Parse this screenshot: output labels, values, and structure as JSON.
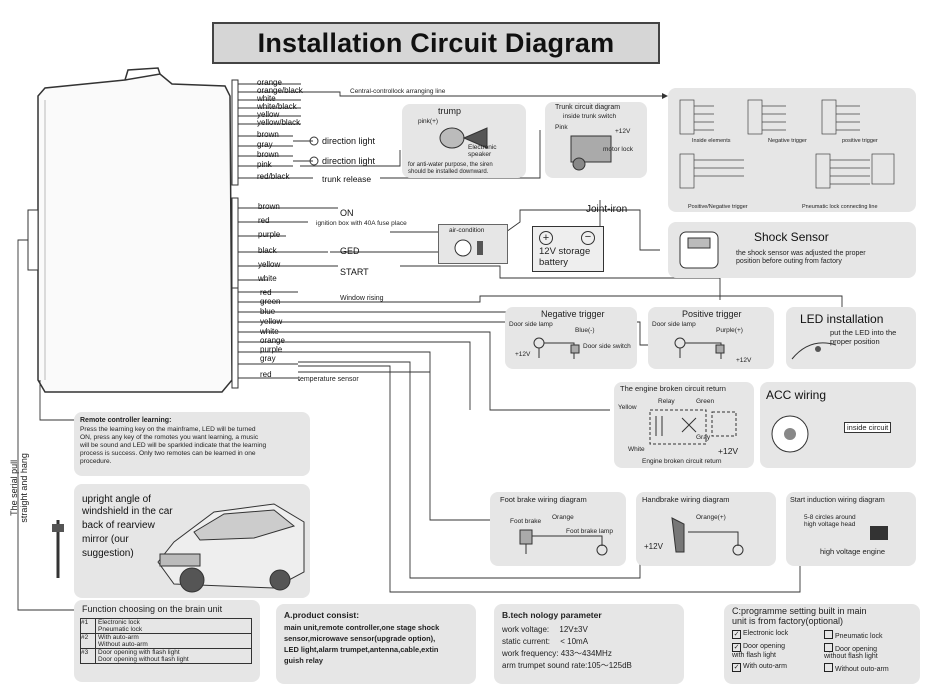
{
  "title": "Installation Circuit Diagram",
  "wires_top": [
    {
      "label": "orange"
    },
    {
      "label": "orange/black"
    },
    {
      "label": "white"
    },
    {
      "label": "white/black"
    },
    {
      "label": "yellow"
    },
    {
      "label": "yellow/black"
    },
    {
      "label": "brown"
    },
    {
      "label": "gray"
    },
    {
      "label": "brown"
    },
    {
      "label": "pink"
    },
    {
      "label": "red/black"
    }
  ],
  "central_lock_label": "Central-controllock arranging line",
  "direction_light_1": "direction light",
  "direction_light_2": "direction light",
  "trunk_release": "trunk release",
  "trump": {
    "title": "trump",
    "pink": "pink(+)",
    "speaker": "Electronic\nspeaker",
    "note": "for anti-water purpose, the siren\nshould be installed downward."
  },
  "trunk_circuit": {
    "title": "Trunk circuit diagram",
    "sub": "inside trunk switch",
    "pink": "Pink",
    "v": "+12V",
    "motor": "motor lock"
  },
  "lock_panel": {
    "label1": "Inside elements",
    "label2": "Negative trigger",
    "label3": "positive trigger",
    "label4": "Positive/Negative trigger",
    "label5": "Pneumatic lock connecting line"
  },
  "wires_mid": [
    {
      "label": "brown"
    },
    {
      "label": "red"
    },
    {
      "label": "purple"
    },
    {
      "label": "black"
    },
    {
      "label": "yellow"
    },
    {
      "label": "white"
    }
  ],
  "on_label": "ON",
  "ignition_box": "ignition box with 40A fuse place",
  "air_condition": "air-condition",
  "ged_label": "GED",
  "start_label": "START",
  "joint_iron": "Joint-iron",
  "battery": {
    "line1": "12V storage",
    "line2": "battery"
  },
  "shock_sensor": {
    "title": "Shock Sensor",
    "note": "the shock sensor was adjusted the proper\nposition before outing from factory"
  },
  "wires_low": [
    {
      "label": "red"
    },
    {
      "label": "green"
    },
    {
      "label": "blue"
    },
    {
      "label": "yellow"
    },
    {
      "label": "white"
    },
    {
      "label": "orange"
    },
    {
      "label": "purple"
    },
    {
      "label": "gray"
    },
    {
      "label": "red"
    }
  ],
  "window_rising": "Window rising",
  "temp_sensor": "temperature sensor",
  "negative_trigger": {
    "title": "Negative trigger",
    "lamp": "Door side lamp",
    "wire": "Blue(-)",
    "switch": "Door side switch",
    "v": "+12V"
  },
  "positive_trigger": {
    "title": "Positive trigger",
    "lamp": "Door side lamp",
    "wire": "Purple(+)",
    "v": "+12V"
  },
  "led_installation": {
    "title": "LED installation",
    "note": "put the LED into the\nproper position"
  },
  "engine_broken": {
    "title": "The engine broken circuit return",
    "yellow": "Yellow",
    "relay": "Relay",
    "green": "Green",
    "gray": "Gray",
    "white": "White",
    "v": "+12V",
    "foot": "Engine broken circuit return"
  },
  "acc_wiring": {
    "title": "ACC wiring",
    "inside": "inside circuit"
  },
  "remote_learning": {
    "title": "Remote controller learning:",
    "text": "Press the learning key on the mainframe, LED will be turned\nON, press any key of the romotes you want learning, a music\nwill be sound and LED will be sparkled indicate that the learning\nprocess is success. Only two remotes can be learned in one\nprocedure."
  },
  "car_panel": {
    "l1": "upright angle of",
    "l2": "windshield in the car",
    "l3": "back of rearview",
    "l4": "mirror (our",
    "l5": "suggestion)"
  },
  "serial_pull": {
    "l1": "The serial pull",
    "l2": "straight and hang"
  },
  "foot_brake": {
    "title": "Foot brake wiring diagram",
    "brake": "Foot brake",
    "orange": "Orange",
    "lamp": "Foot brake lamp"
  },
  "hand_brake": {
    "title": "Handbrake wiring diagram",
    "orange": "Orange(+)",
    "v": "+12V"
  },
  "start_induction": {
    "title": "Start induction wiring diagram",
    "note": "5-8 circles around\nhigh voltage head",
    "engine": "high voltage engine"
  },
  "function_unit": {
    "title": "Function choosing on the brain unit",
    "rows": [
      {
        "id": "#1",
        "a": "Electronic lock",
        "b": "Pneumatic lock"
      },
      {
        "id": "#2",
        "a": "With auto-arm",
        "b": "Without auto-arm"
      },
      {
        "id": "#3",
        "a": "Door opening with flash light",
        "b": "Door opening without flash light"
      }
    ]
  },
  "product_consist": {
    "title": "A.product consist:",
    "text": "main unit,remote controller,one stage shock\nsensor,microwave sensor(upgrade option),\nLED light,alarm trumpet,antenna,cable,extin\nguish relay"
  },
  "tech_param": {
    "title": "B.tech nology parameter",
    "rows": [
      {
        "k": "work voltage:",
        "v": "12V±3V"
      },
      {
        "k": "static current:",
        "v": "< 10mA"
      },
      {
        "k": "work frequency:",
        "v": "433〜434MHz"
      },
      {
        "k": "arm trumpet sound rate:",
        "v": "105〜125dB"
      }
    ]
  },
  "programme": {
    "title": "C:programme setting built in main\nunit is from factory(optional)",
    "items": [
      {
        "label": "Electronic lock",
        "checked": true
      },
      {
        "label": "Pneumatic lock",
        "checked": false
      },
      {
        "label": "Door opening\nwith flash light",
        "checked": true
      },
      {
        "label": "Door opening\nwithout flash light",
        "checked": false
      },
      {
        "label": "With outo-arm",
        "checked": true
      },
      {
        "label": "Without outo-arm",
        "checked": false
      }
    ]
  }
}
